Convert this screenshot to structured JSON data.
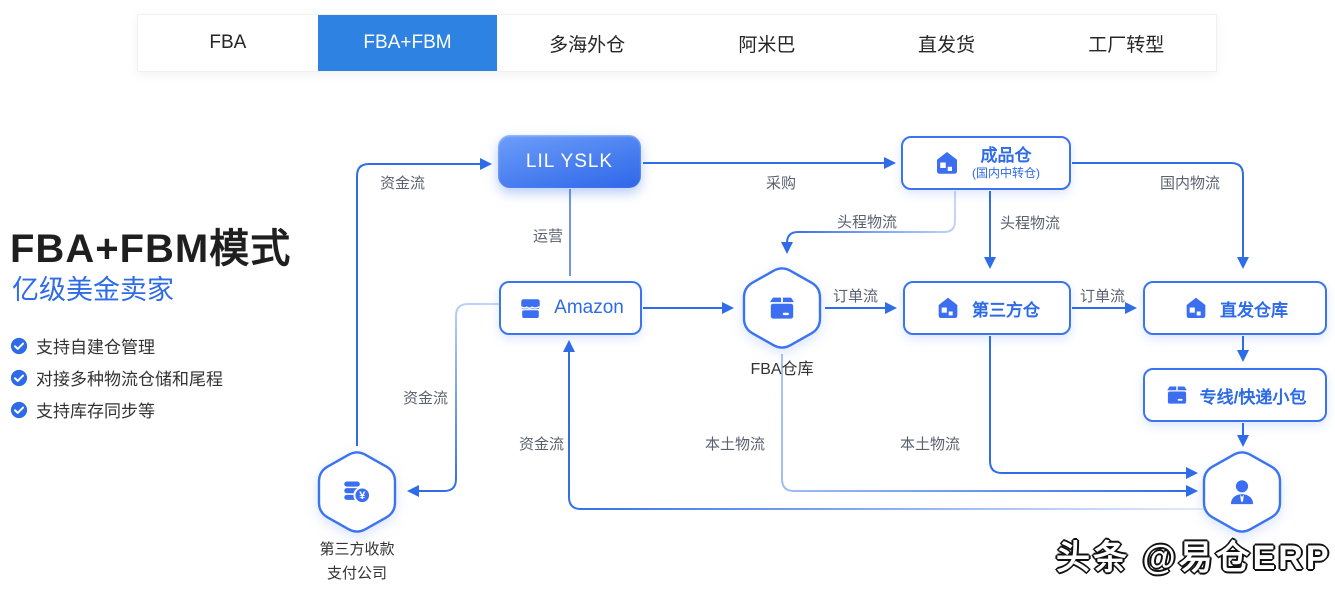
{
  "tabs": {
    "items": [
      {
        "label": "FBA",
        "active": false
      },
      {
        "label": "FBA+FBM",
        "active": true
      },
      {
        "label": "多海外仓",
        "active": false
      },
      {
        "label": "阿米巴",
        "active": false
      },
      {
        "label": "直发货",
        "active": false
      },
      {
        "label": "工厂转型",
        "active": false
      }
    ]
  },
  "intro": {
    "title": "FBA+FBM模式",
    "subtitle": "亿级美金卖家",
    "features": [
      "支持自建仓管理",
      "对接多种物流仓储和尾程",
      "支持库存同步等"
    ]
  },
  "diagram": {
    "nodes": {
      "seller": {
        "label": "LIL YSLK"
      },
      "finished_goods_warehouse": {
        "title": "成品仓",
        "subtitle": "(国内中转仓)"
      },
      "amazon": {
        "label": "Amazon"
      },
      "fba_warehouse": {
        "label": "FBA仓库"
      },
      "third_party_warehouse": {
        "label": "第三方仓"
      },
      "direct_ship_warehouse": {
        "label": "直发仓库"
      },
      "express_line_parcel": {
        "label": "专线/快递小包"
      },
      "payment_company": {
        "line1": "第三方收款",
        "line2": "支付公司"
      }
    },
    "flow_labels": {
      "funds_top": "资金流",
      "operation": "运营",
      "purchase": "采购",
      "domestic_logistics": "国内物流",
      "first_leg_left": "头程物流",
      "first_leg_right": "头程物流",
      "order_flow_left": "订单流",
      "order_flow_right": "订单流",
      "funds_mid": "资金流",
      "funds_bottom": "资金流",
      "local_logistics_left": "本土物流",
      "local_logistics_right": "本土物流"
    }
  },
  "watermark": {
    "text": "头条 @易仓ERP"
  },
  "colors": {
    "accent": "#2e6be6",
    "tab_active": "#2e82e2",
    "line": "#2f6ce8"
  }
}
